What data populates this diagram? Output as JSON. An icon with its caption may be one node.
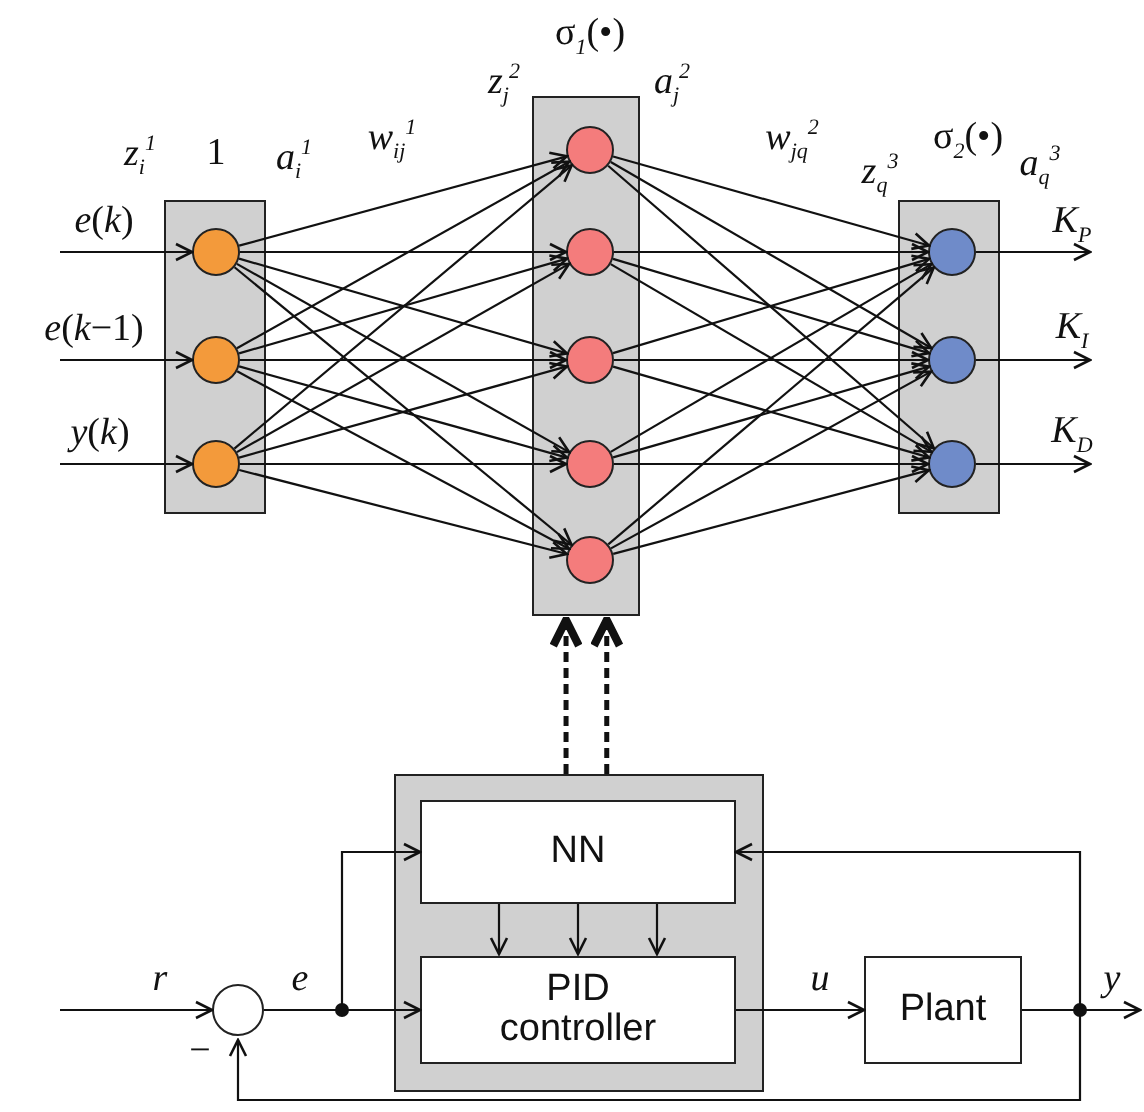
{
  "diagram": {
    "nodes": [
      {
        "text": [],
        "shape": "box"
      },
      {
        "text": [],
        "shape": "circle",
        "in": 0
      },
      {
        "text": [],
        "shape": "circle",
        "in": 0
      },
      {
        "text": [],
        "shape": "circle",
        "in": 0
      },
      {
        "text": [],
        "shape": "box"
      },
      {
        "text": [],
        "shape": "circle",
        "in": 4
      },
      {
        "text": [],
        "shape": "circle",
        "in": 4
      },
      {
        "text": [],
        "shape": "circle",
        "in": 4
      },
      {
        "text": [],
        "shape": "circle",
        "in": 4
      },
      {
        "text": [],
        "shape": "circle",
        "in": 4
      },
      {
        "text": [],
        "shape": "box"
      },
      {
        "text": [],
        "shape": "circle",
        "in": 10
      },
      {
        "text": [],
        "shape": "circle",
        "in": 10
      },
      {
        "text": [],
        "shape": "circle",
        "in": 10
      },
      {
        "text": [],
        "shape": "box"
      },
      {
        "text": [
          "NN"
        ],
        "in": 14
      },
      {
        "text": [
          "PID controller"
        ],
        "in": 14
      },
      {
        "text": [],
        "shape": "circle"
      },
      {
        "text": [
          "Plant"
        ]
      }
    ],
    "edges": [
      {
        "from": null,
        "to": 1,
        "arrow": "to",
        "label": "*e*(*k*)"
      },
      {
        "from": null,
        "to": 2,
        "arrow": "to",
        "label": "*e*(*k*−1)"
      },
      {
        "from": null,
        "to": 3,
        "arrow": "to",
        "label": "*y*(*k*)"
      },
      {
        "from": 1,
        "to": 5,
        "arrow": "to"
      },
      {
        "from": 1,
        "to": 6,
        "arrow": "to"
      },
      {
        "from": 1,
        "to": 7,
        "arrow": "to"
      },
      {
        "from": 1,
        "to": 8,
        "arrow": "to"
      },
      {
        "from": 1,
        "to": 9,
        "arrow": "to"
      },
      {
        "from": 2,
        "to": 5,
        "arrow": "to"
      },
      {
        "from": 2,
        "to": 6,
        "arrow": "to"
      },
      {
        "from": 2,
        "to": 7,
        "arrow": "to"
      },
      {
        "from": 2,
        "to": 8,
        "arrow": "to"
      },
      {
        "from": 2,
        "to": 9,
        "arrow": "to"
      },
      {
        "from": 3,
        "to": 5,
        "arrow": "to"
      },
      {
        "from": 3,
        "to": 6,
        "arrow": "to"
      },
      {
        "from": 3,
        "to": 7,
        "arrow": "to"
      },
      {
        "from": 3,
        "to": 8,
        "arrow": "to"
      },
      {
        "from": 3,
        "to": 9,
        "arrow": "to"
      },
      {
        "from": 5,
        "to": 11,
        "arrow": "to"
      },
      {
        "from": 5,
        "to": 12,
        "arrow": "to"
      },
      {
        "from": 5,
        "to": 13,
        "arrow": "to"
      },
      {
        "from": 6,
        "to": 11,
        "arrow": "to"
      },
      {
        "from": 6,
        "to": 12,
        "arrow": "to"
      },
      {
        "from": 6,
        "to": 13,
        "arrow": "to"
      },
      {
        "from": 7,
        "to": 11,
        "arrow": "to"
      },
      {
        "from": 7,
        "to": 12,
        "arrow": "to"
      },
      {
        "from": 7,
        "to": 13,
        "arrow": "to"
      },
      {
        "from": 8,
        "to": 11,
        "arrow": "to"
      },
      {
        "from": 8,
        "to": 12,
        "arrow": "to"
      },
      {
        "from": 8,
        "to": 13,
        "arrow": "to"
      },
      {
        "from": 9,
        "to": 11,
        "arrow": "to"
      },
      {
        "from": 9,
        "to": 12,
        "arrow": "to"
      },
      {
        "from": 9,
        "to": 13,
        "arrow": "to"
      },
      {
        "from": 11,
        "to": null,
        "arrow": "to",
        "label": "*K*$_{P}$"
      },
      {
        "from": 12,
        "to": null,
        "arrow": "to",
        "label": "*K*$_{I}$"
      },
      {
        "from": 13,
        "to": null,
        "arrow": "to",
        "label": "*K*$_{D}$"
      },
      {
        "from": 14,
        "to": 4,
        "arrow": "to",
        "style": "dashed"
      },
      {
        "from": 14,
        "to": 4,
        "arrow": "to",
        "style": "dashed"
      },
      {
        "from": null,
        "to": 17,
        "arrow": "to",
        "label": "*r*"
      },
      {
        "from": 17,
        "to": 16,
        "arrow": "to",
        "label": "*e*"
      },
      {
        "from": 17,
        "to": 15,
        "arrow": "to"
      },
      {
        "from": 15,
        "to": 16,
        "arrow": "to"
      },
      {
        "from": 15,
        "to": 16,
        "arrow": "to"
      },
      {
        "from": 15,
        "to": 16,
        "arrow": "to"
      },
      {
        "from": 16,
        "to": 18,
        "arrow": "to",
        "label": "*u*"
      },
      {
        "from": 18,
        "to": null,
        "arrow": "to",
        "label": "*y*"
      },
      {
        "from": 18,
        "to": 15,
        "arrow": "to"
      },
      {
        "from": 18,
        "to": 17,
        "arrow": "to",
        "label": "−"
      }
    ],
    "labels": [
      "σ$_{1}$(•)",
      "*z*$_{j}$$^{2}$",
      "*a*$_{j}$$^{2}$",
      "*z*$_{i}$$^{1}$",
      "1",
      "*a*$_{i}$$^{1}$",
      "*w*$_{ij}$$^{1}$",
      "*w*$_{jq}$$^{2}$",
      "σ$_{2}$(•)",
      "*z*$_{q}$$^{3}$",
      "*a*$_{q}$$^{3}$"
    ]
  }
}
